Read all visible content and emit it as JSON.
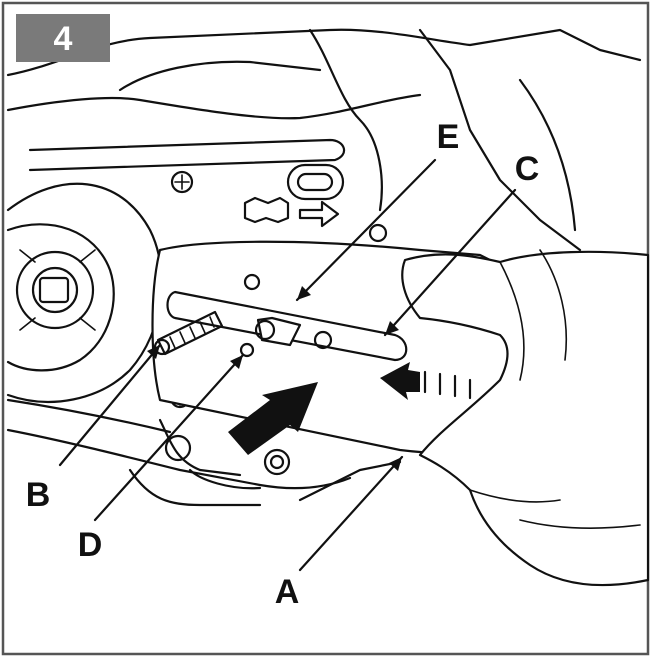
{
  "step": {
    "number": "4",
    "badge_color": "#7a7a7a"
  },
  "callouts": [
    {
      "id": "A",
      "text": "A"
    },
    {
      "id": "B",
      "text": "B"
    },
    {
      "id": "C",
      "text": "C"
    },
    {
      "id": "D",
      "text": "D"
    },
    {
      "id": "E",
      "text": "E"
    }
  ],
  "colors": {
    "ink": "#111111",
    "paper": "#ffffff",
    "frame": "#555555"
  }
}
